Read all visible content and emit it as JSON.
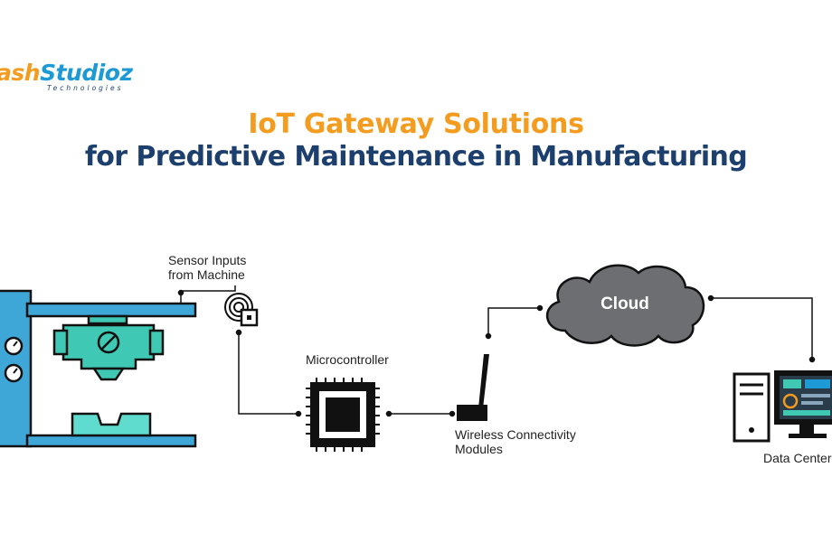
{
  "logo": {
    "part1": "ash",
    "part2": "Studioz",
    "tagline": "Technologies"
  },
  "title": {
    "line1": "IoT Gateway Solutions",
    "line2": "for Predictive Maintenance in Manufacturing"
  },
  "diagram": {
    "sensor_label_1": "Sensor Inputs",
    "sensor_label_2": "from Machine",
    "microcontroller_label": "Microcontroller",
    "wireless_label_1": "Wireless Connectivity",
    "wireless_label_2": "Modules",
    "cloud_label": "Cloud",
    "datacenter_label": "Data Center"
  },
  "colors": {
    "orange": "#f39c1f",
    "navy": "#1d3f6e",
    "machine_blue": "#3ea7d8",
    "machine_teal": "#3fc9b5",
    "cloud_gray": "#6d6e71",
    "line_dark": "#222222"
  }
}
